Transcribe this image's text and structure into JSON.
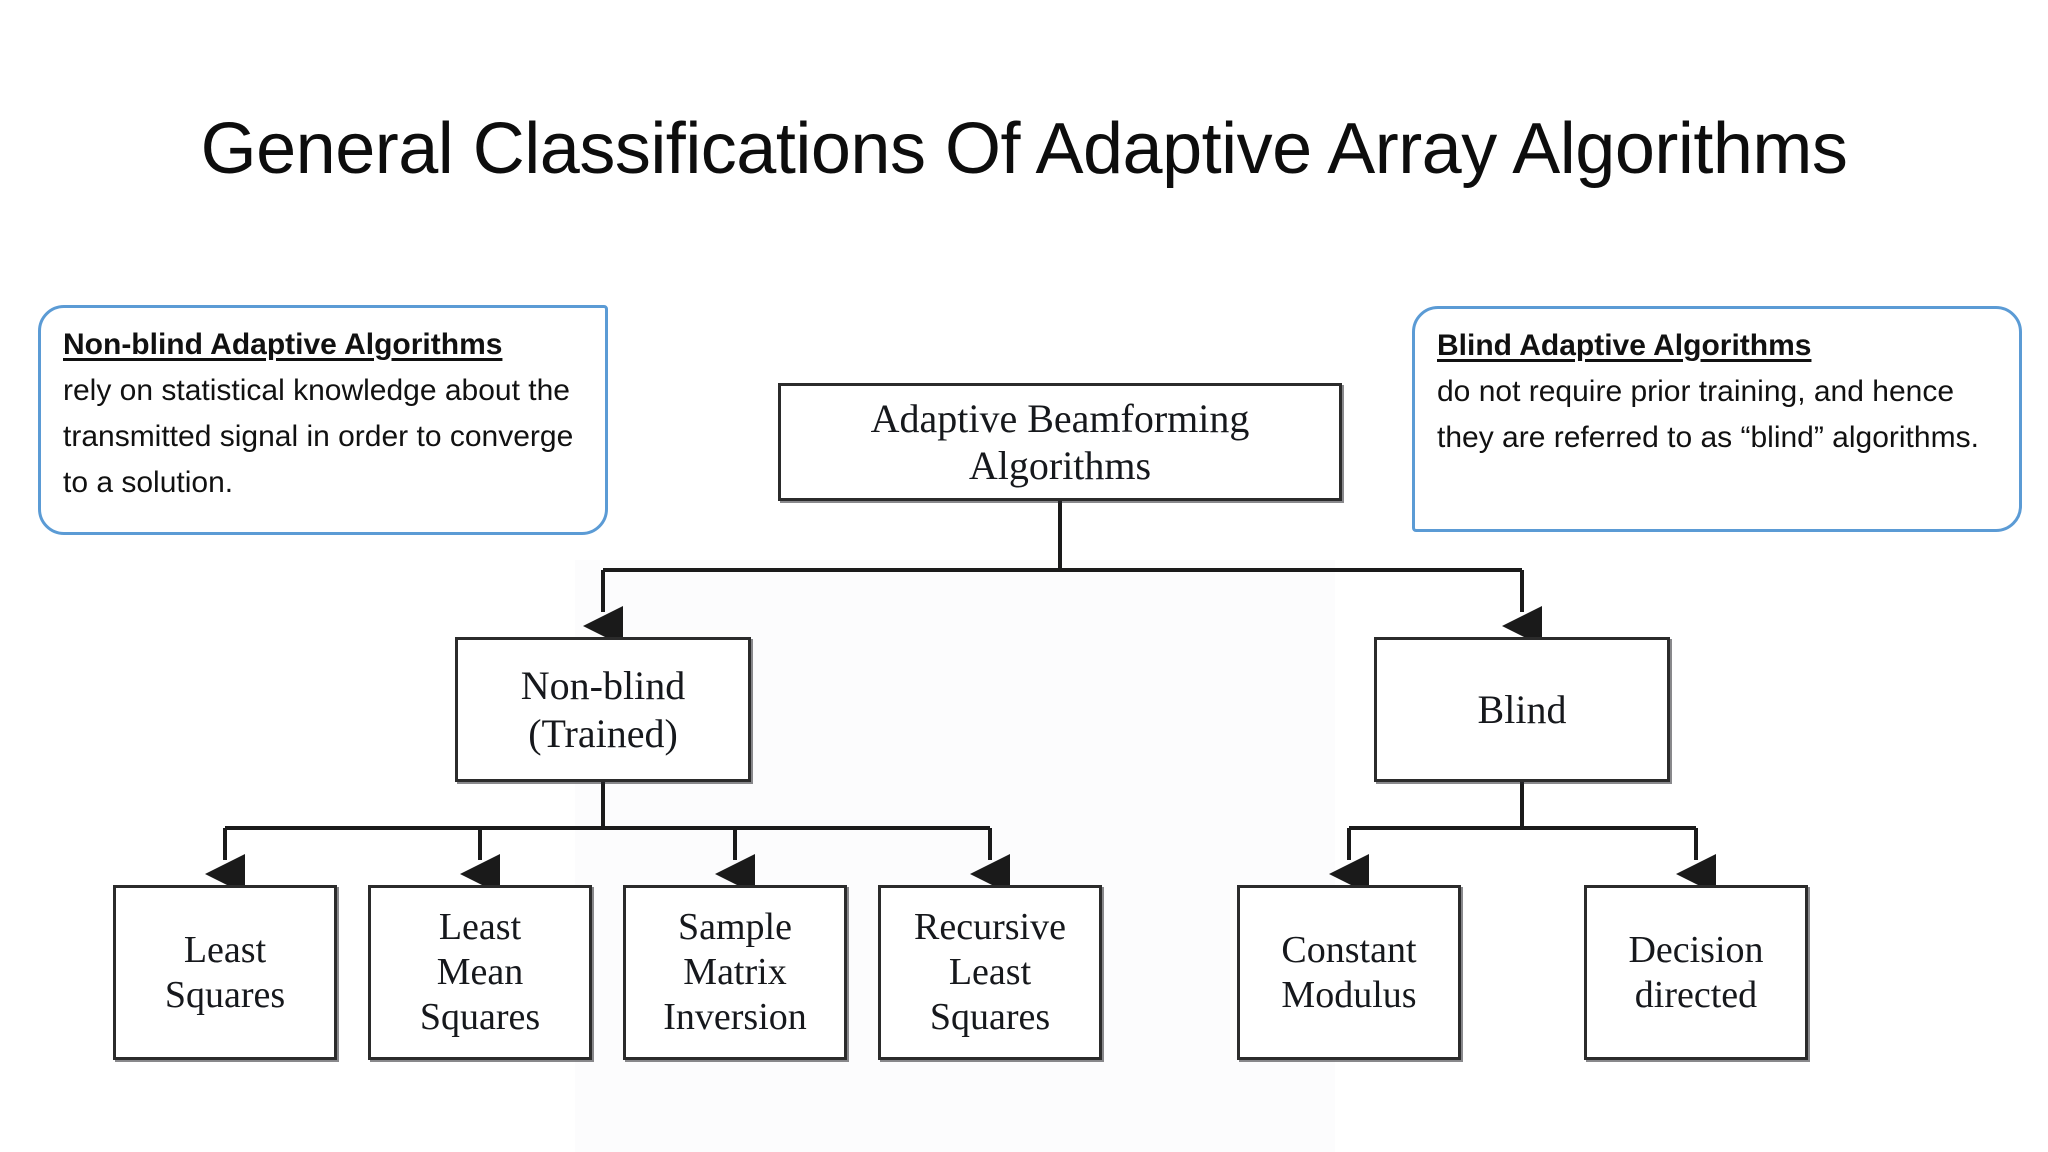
{
  "page_title": "General Classifications Of Adaptive Array Algorithms",
  "colors": {
    "callout_border": "#5B9BD5",
    "node_border": "#2B2B2B",
    "connector": "#1A1A1A",
    "background": "#FFFFFF",
    "text": "#111111"
  },
  "callouts": {
    "left": {
      "heading": "Non-blind Adaptive Algorithms",
      "body": "rely on statistical knowledge about the transmitted signal in order to converge to a solution."
    },
    "right": {
      "heading": "Blind Adaptive Algorithms",
      "body": "do not require prior training, and hence they are referred to as “blind” algorithms."
    }
  },
  "chart_data": {
    "type": "diagram",
    "diagram_kind": "hierarchy-tree",
    "title": "General Classifications Of Adaptive Array Algorithms",
    "root": "Adaptive Beamforming\nAlgorithms",
    "levels": [
      {
        "level": 0,
        "nodes": [
          {
            "id": "root",
            "label": "Adaptive Beamforming\nAlgorithms"
          }
        ]
      },
      {
        "level": 1,
        "nodes": [
          {
            "id": "nonblind",
            "label": "Non-blind\n(Trained)",
            "parent": "root"
          },
          {
            "id": "blind",
            "label": "Blind",
            "parent": "root"
          }
        ]
      },
      {
        "level": 2,
        "nodes": [
          {
            "id": "ls",
            "label": "Least\nSquares",
            "parent": "nonblind"
          },
          {
            "id": "lms",
            "label": "Least\nMean\nSquares",
            "parent": "nonblind"
          },
          {
            "id": "smi",
            "label": "Sample\nMatrix\nInversion",
            "parent": "nonblind"
          },
          {
            "id": "rls",
            "label": "Recursive\nLeast\nSquares",
            "parent": "nonblind"
          },
          {
            "id": "cm",
            "label": "Constant\nModulus",
            "parent": "blind"
          },
          {
            "id": "dd",
            "label": "Decision\ndirected",
            "parent": "blind"
          }
        ]
      }
    ],
    "edges": [
      {
        "from": "root",
        "to": "nonblind",
        "arrow": "filled-triangle"
      },
      {
        "from": "root",
        "to": "blind",
        "arrow": "filled-triangle"
      },
      {
        "from": "nonblind",
        "to": "ls",
        "arrow": "filled-triangle"
      },
      {
        "from": "nonblind",
        "to": "lms",
        "arrow": "filled-triangle"
      },
      {
        "from": "nonblind",
        "to": "smi",
        "arrow": "filled-triangle"
      },
      {
        "from": "nonblind",
        "to": "rls",
        "arrow": "filled-triangle"
      },
      {
        "from": "blind",
        "to": "cm",
        "arrow": "filled-triangle"
      },
      {
        "from": "blind",
        "to": "dd",
        "arrow": "filled-triangle"
      }
    ]
  },
  "nodes": {
    "root": "Adaptive Beamforming\nAlgorithms",
    "nonblind": "Non-blind\n(Trained)",
    "blind": "Blind",
    "ls": "Least\nSquares",
    "lms": "Least\nMean\nSquares",
    "smi": "Sample\nMatrix\nInversion",
    "rls": "Recursive\nLeast\nSquares",
    "cm": "Constant\nModulus",
    "dd": "Decision\ndirected"
  }
}
